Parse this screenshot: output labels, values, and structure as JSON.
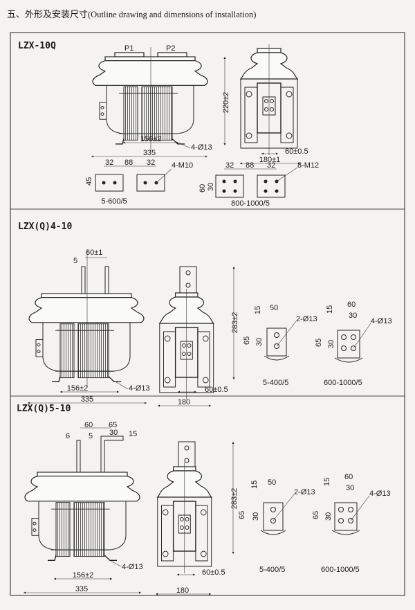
{
  "heading": {
    "cn": "五、外形及安装尺寸",
    "en": "(Outline drawing and dimensions of installation)"
  },
  "panels": [
    {
      "model": "LZX-10Q",
      "labels": {
        "p1": "P1",
        "p2": "P2",
        "height": "220±2",
        "base": "156±2",
        "holes": "4-Ø13",
        "length": "335",
        "side_base": "60±0.5",
        "width": "180±1"
      },
      "terminals": [
        {
          "a": "32",
          "b": "88",
          "c": "32",
          "h": "45",
          "bolts": "4-M10",
          "ratio": "5-600/5"
        },
        {
          "a": "32",
          "b": "88",
          "c": "32",
          "h1": "60",
          "h2": "30",
          "bolts": "8-M12",
          "ratio": "800-1000/5"
        }
      ]
    },
    {
      "model": "LZX(Q)4-10",
      "labels": {
        "top_gap": "60±1",
        "gap": "5",
        "height": "283±2",
        "base": "156±2",
        "holes": "4-Ø13",
        "length": "335",
        "side_base": "60±0.5",
        "width": "180"
      },
      "terminals": [
        {
          "w": "50",
          "h15": "15",
          "h65": "65",
          "h30": "30",
          "holes": "2-Ø13",
          "ratio": "5-400/5"
        },
        {
          "w": "60",
          "w2": "30",
          "h15": "15",
          "h65": "65",
          "h30": "30",
          "holes": "4-Ø13",
          "ratio": "600-1000/5"
        }
      ]
    },
    {
      "model": "LZX(Q)5-10",
      "labels": {
        "d60": "60",
        "d65": "65",
        "d30": "30",
        "d15": "15",
        "d6": "6",
        "d5": "5",
        "height": "283±2",
        "base": "156±2",
        "holes": "4-Ø13",
        "length": "335",
        "side_base": "60±0.5",
        "width": "180"
      },
      "terminals": [
        {
          "w": "50",
          "h15": "15",
          "h65": "65",
          "h30": "30",
          "holes": "2-Ø13",
          "ratio": "5-400/5"
        },
        {
          "w": "60",
          "w2": "30",
          "h15": "15",
          "h65": "65",
          "h30": "30",
          "holes": "4-Ø13",
          "ratio": "600-1000/5"
        }
      ]
    }
  ]
}
